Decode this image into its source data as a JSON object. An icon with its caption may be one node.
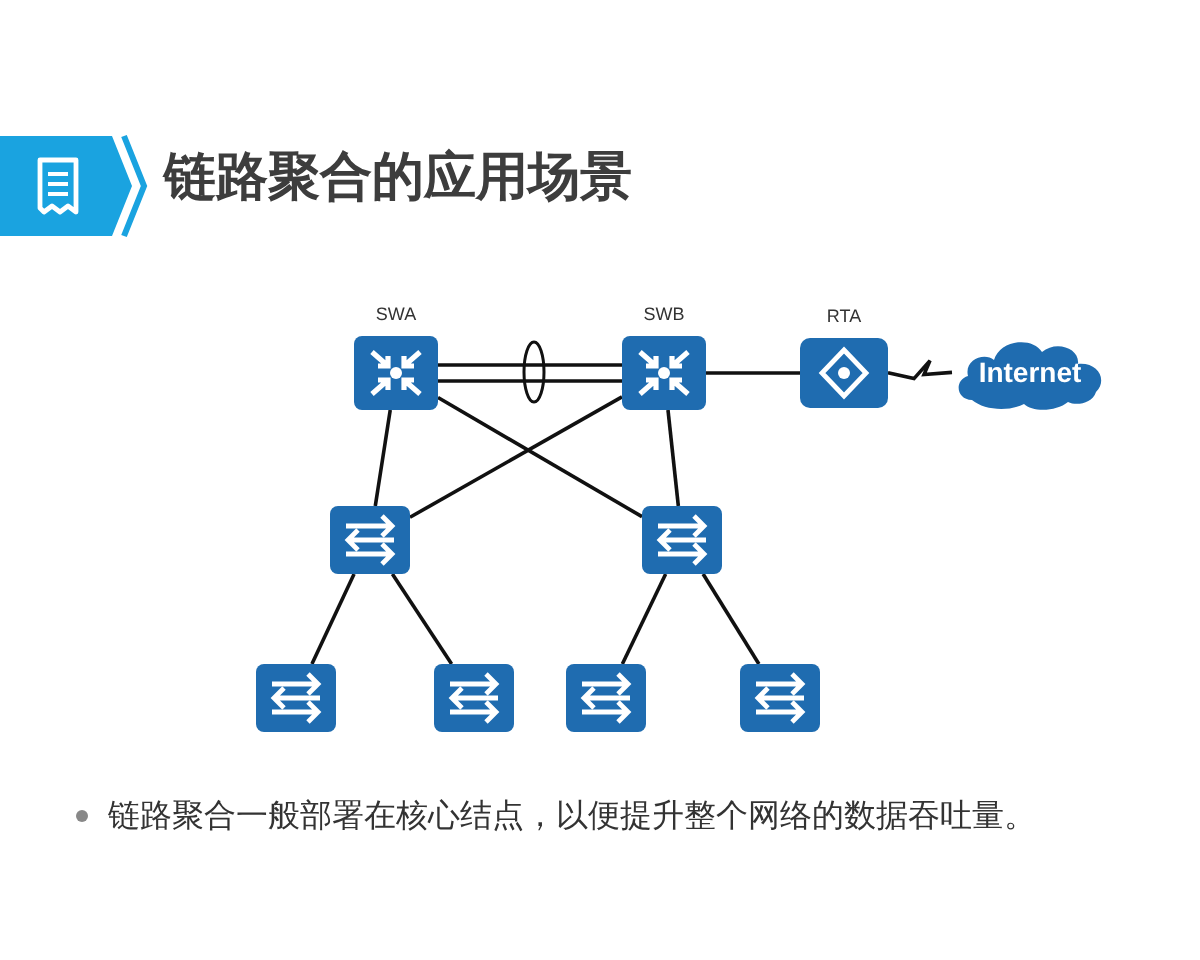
{
  "diagram": {
    "title": "链路聚合的应用场景",
    "nodes": [
      {
        "text": [
          "SWA"
        ]
      },
      {
        "text": [
          "SWB"
        ]
      },
      {
        "text": [
          "RTA"
        ]
      },
      {
        "text": [
          "Internet"
        ]
      },
      {
        "text": [],
        "shape": "box"
      },
      {
        "text": [],
        "shape": "box"
      },
      {
        "text": [],
        "shape": "box"
      },
      {
        "text": [],
        "shape": "box"
      },
      {
        "text": [],
        "shape": "box"
      },
      {
        "text": [],
        "shape": "box"
      }
    ],
    "edges": [
      {
        "from": 0,
        "to": 1,
        "arrow": "none"
      },
      {
        "from": 0,
        "to": 1,
        "arrow": "none"
      },
      {
        "from": 1,
        "to": 2,
        "arrow": "none"
      },
      {
        "from": 2,
        "to": 3,
        "arrow": "none"
      },
      {
        "from": 0,
        "to": 4,
        "arrow": "none"
      },
      {
        "from": 0,
        "to": 5,
        "arrow": "none"
      },
      {
        "from": 1,
        "to": 4,
        "arrow": "none"
      },
      {
        "from": 1,
        "to": 5,
        "arrow": "none"
      },
      {
        "from": 4,
        "to": 6,
        "arrow": "none"
      },
      {
        "from": 4,
        "to": 7,
        "arrow": "none"
      },
      {
        "from": 5,
        "to": 8,
        "arrow": "none"
      },
      {
        "from": 5,
        "to": 9,
        "arrow": "none"
      }
    ],
    "labels": [
      "链路聚合一般部署在核心结点，以便提升整个网络的数据吞吐量。"
    ]
  }
}
